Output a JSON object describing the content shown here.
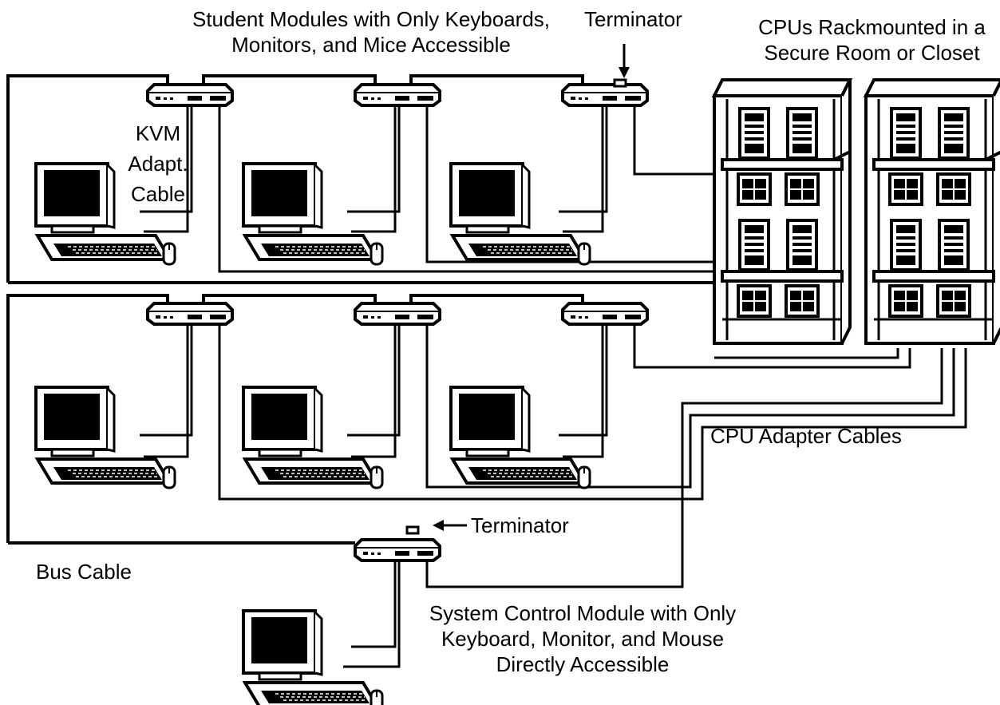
{
  "labels": {
    "student_modules": [
      "Student Modules with Only Keyboards,",
      "Monitors, and Mice Accessible"
    ],
    "terminator_top": "Terminator",
    "cpus_rackmounted": [
      "CPUs Rackmounted in a",
      "Secure Room or Closet"
    ],
    "kvm_adapt_cable": [
      "KVM",
      "Adapt.",
      "Cable"
    ],
    "cpu_adapter_cables": "CPU Adapter Cables",
    "terminator_bottom": "Terminator",
    "bus_cable": "Bus Cable",
    "system_control_module": [
      "System Control Module with Only",
      "Keyboard, Monitor, and Mouse",
      "Directly Accessible"
    ]
  },
  "colors": {
    "ink": "#000000",
    "paper": "#ffffff"
  }
}
